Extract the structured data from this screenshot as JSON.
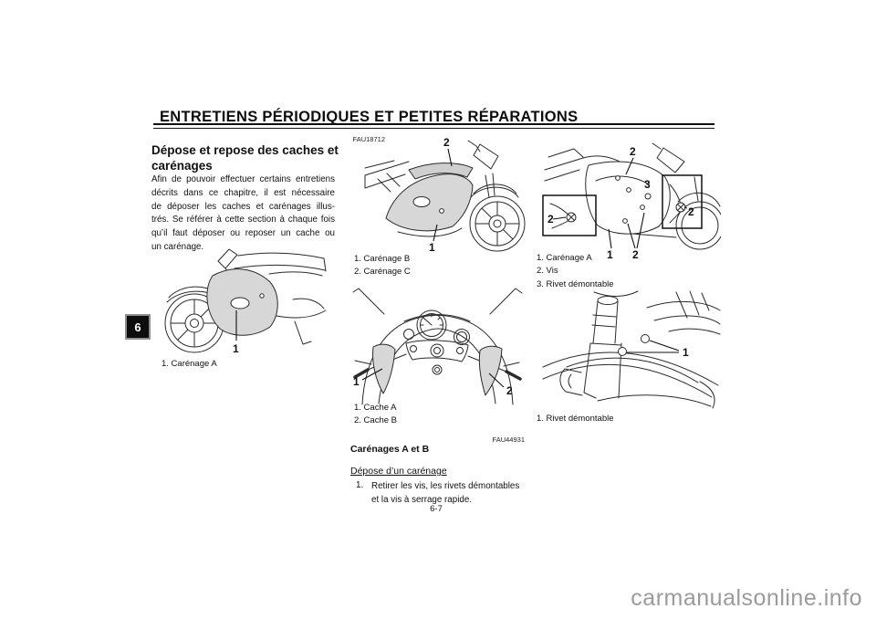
{
  "header": {
    "title": "ENTRETIENS PÉRIODIQUES ET PETITES RÉPARATIONS"
  },
  "chapter_tab": "6",
  "left_column": {
    "ref_code": "FAU18712",
    "heading_line1": "Dépose et repose des caches et",
    "heading_line2": "carénages",
    "body_lines": [
      "Afin de pouvoir effectuer certains entretiens",
      "décrits dans ce chapitre, il est nécessaire",
      "de déposer les caches et carénages illus-",
      "trés. Se référer à cette section à chaque fois",
      "qu’il faut déposer ou reposer un cache ou",
      "un carénage."
    ]
  },
  "figures": {
    "fairing_a_side": {
      "callouts": [
        "1"
      ],
      "captions": [
        "1. Carénage A"
      ]
    },
    "fairing_b_c": {
      "callouts": [
        "2",
        "1"
      ],
      "captions": [
        "1. Carénage B",
        "2. Carénage C"
      ]
    },
    "covers_a_b": {
      "callouts": [
        "1",
        "2"
      ],
      "captions": [
        "1. Cache A",
        "2. Cache B"
      ]
    },
    "fairing_a_fasteners": {
      "callouts": [
        "2",
        "3",
        "2",
        "2",
        "1",
        "2"
      ],
      "captions": [
        "1. Carénage A",
        "2. Vis",
        "3. Rivet démontable"
      ]
    },
    "rivet_detail": {
      "callouts": [
        "1"
      ],
      "captions": [
        "1. Rivet démontable"
      ]
    }
  },
  "procedure": {
    "ref_code": "FAU44931",
    "heading": "Carénages A et B",
    "subheading": "Dépose d’un carénage",
    "step1_number": "1.",
    "step1_lines": [
      "Retirer les vis, les rivets démontables",
      "et la vis à serrage rapide."
    ]
  },
  "footer": {
    "page_number": "6-7",
    "watermark": "carmanualsonline.info"
  },
  "colors": {
    "ink": "#111111",
    "fairing_shade": "#d7d7d7",
    "upper_fairing_shade": "#cfcfcf",
    "watermark_gray": "#9b9b9b"
  }
}
